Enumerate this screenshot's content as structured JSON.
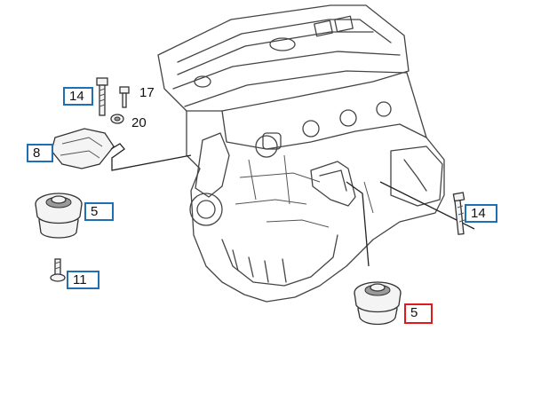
{
  "callouts": [
    {
      "id": "c14a",
      "label": "14",
      "highlighted": false
    },
    {
      "id": "c8",
      "label": "8",
      "highlighted": false
    },
    {
      "id": "c5a",
      "label": "5",
      "highlighted": false
    },
    {
      "id": "c11",
      "label": "11",
      "highlighted": false
    },
    {
      "id": "c14b",
      "label": "14",
      "highlighted": false
    },
    {
      "id": "c5b",
      "label": "5",
      "highlighted": true
    }
  ],
  "plain_labels": [
    {
      "id": "p17",
      "label": "17"
    },
    {
      "id": "p20",
      "label": "20"
    }
  ],
  "colors": {
    "callout_border": "#1f6fb2",
    "highlight_border": "#e01a1a",
    "line": "#444444"
  }
}
